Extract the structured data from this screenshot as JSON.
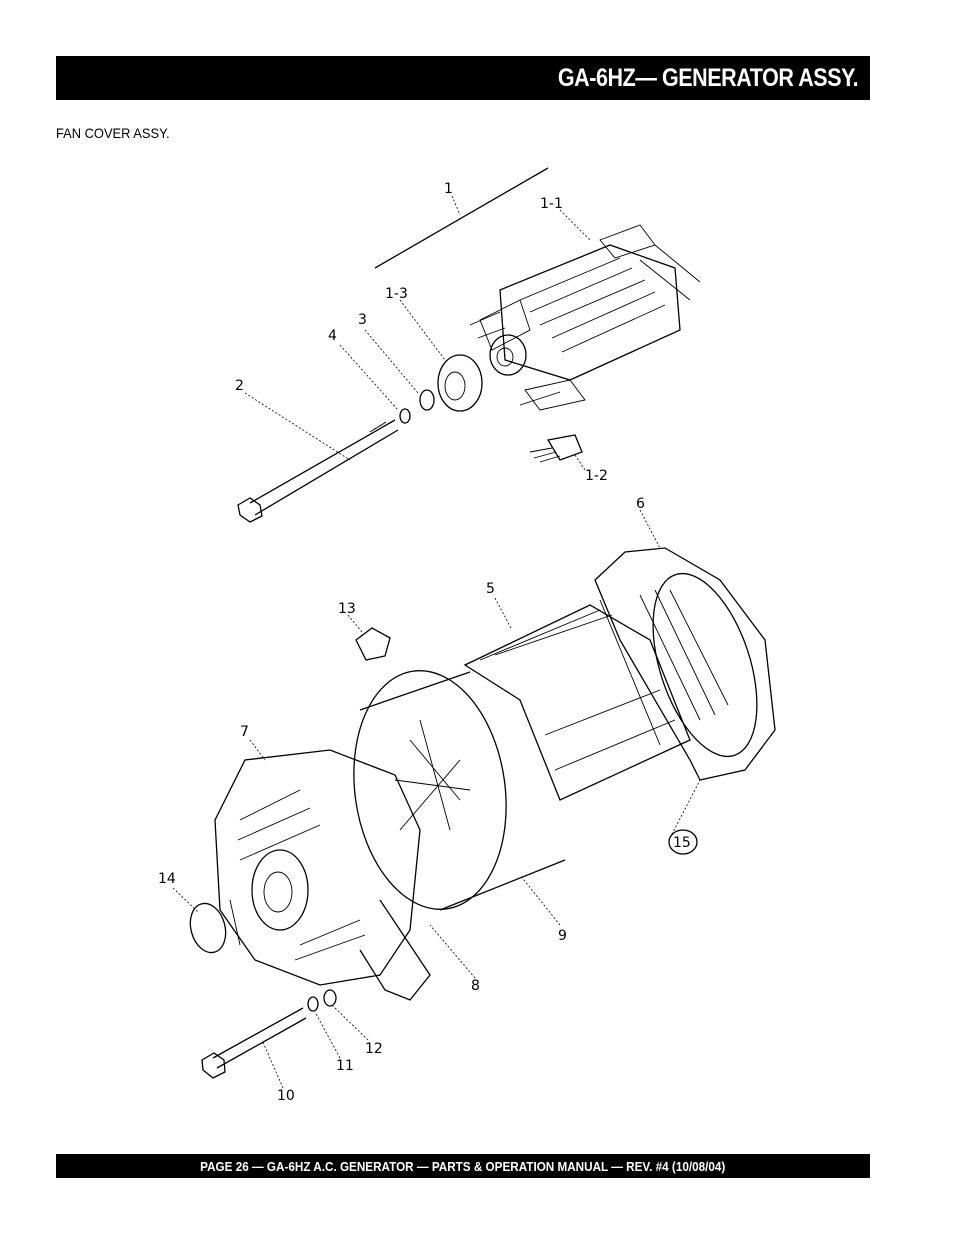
{
  "header": {
    "title": "GA-6HZ— GENERATOR ASSY."
  },
  "section": {
    "subtitle": "FAN COVER ASSY."
  },
  "labels": {
    "p1": "1",
    "p1_1": "1-1",
    "p1_2": "1-2",
    "p1_3": "1-3",
    "p2": "2",
    "p3": "3",
    "p4": "4",
    "p5": "5",
    "p6": "6",
    "p7": "7",
    "p8": "8",
    "p9": "9",
    "p10": "10",
    "p11": "11",
    "p12": "12",
    "p13": "13",
    "p14": "14",
    "p15": "15"
  },
  "footer": {
    "text": "PAGE 26 — GA-6HZ A.C. GENERATOR — PARTS & OPERATION MANUAL — REV. #4 (10/08/04)"
  }
}
